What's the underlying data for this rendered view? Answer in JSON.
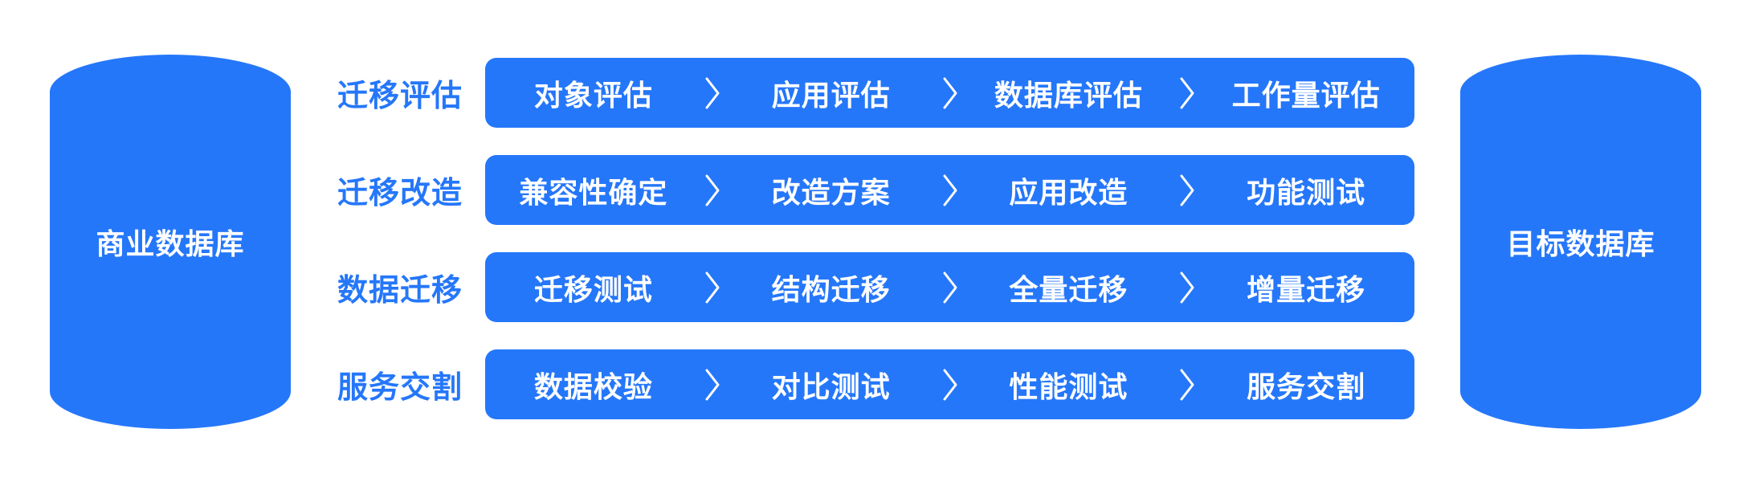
{
  "colors": {
    "primary": "#2577FA",
    "text_on_primary": "#FFFFFF",
    "background": "#FFFFFF"
  },
  "icons": {
    "separator": "chevron-right-icon"
  },
  "source_database": {
    "label": "商业数据库"
  },
  "target_database": {
    "label": "目标数据库"
  },
  "rows": [
    {
      "label": "迁移评估",
      "steps": [
        "对象评估",
        "应用评估",
        "数据库评估",
        "工作量评估"
      ]
    },
    {
      "label": "迁移改造",
      "steps": [
        "兼容性确定",
        "改造方案",
        "应用改造",
        "功能测试"
      ]
    },
    {
      "label": "数据迁移",
      "steps": [
        "迁移测试",
        "结构迁移",
        "全量迁移",
        "增量迁移"
      ]
    },
    {
      "label": "服务交割",
      "steps": [
        "数据校验",
        "对比测试",
        "性能测试",
        "服务交割"
      ]
    }
  ]
}
